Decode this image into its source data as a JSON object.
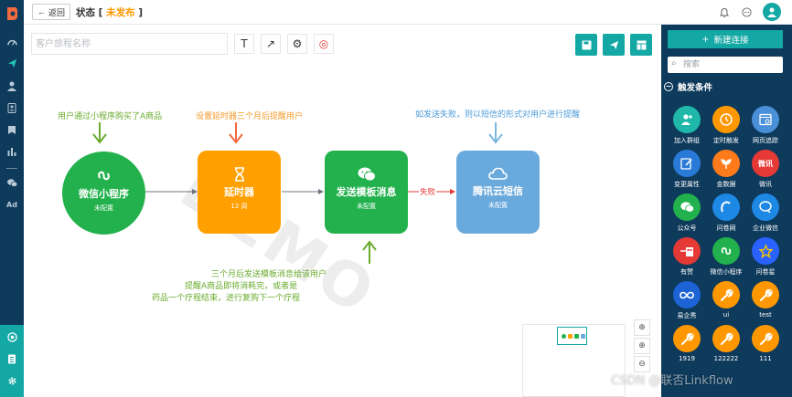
{
  "header": {
    "back_label": "返回",
    "status_prefix": "状态 [ ",
    "status_value": "未发布",
    "status_suffix": " ]"
  },
  "canvas": {
    "name_placeholder": "客户旅程名称",
    "tools": [
      "T",
      "↗",
      "⚙",
      "◎"
    ],
    "watermark": "DEMO",
    "edge_label": "失败",
    "nodes": [
      {
        "title": "微信小程序",
        "sub": "未配置",
        "color": "#22b14c"
      },
      {
        "title": "延时器",
        "sub": "12 周",
        "color": "#ffa000"
      },
      {
        "title": "发送模板消息",
        "sub": "未配置",
        "color": "#22b14c"
      },
      {
        "title": "腾讯云短信",
        "sub": "未配置",
        "color": "#6aa9dc"
      }
    ],
    "annotations": {
      "buy": "用户通过小程序购买了A商品",
      "delay": "设置延时器三个月后提醒用户",
      "fail": "如发送失败，则以短信的形式对用户进行提醒",
      "bottom_lines": [
        "三个月后发送模板消息给该用户",
        "提醒A商品即将消耗完，或者是",
        "药品一个疗程结束，进行复购下一个疗程"
      ]
    },
    "zoom_controls": [
      "⊕",
      "⊕",
      "⊖"
    ]
  },
  "right_panel": {
    "new_connection": "新建连接",
    "search_placeholder": "搜索",
    "section_title": "触发条件",
    "items": [
      {
        "label": "加入群组",
        "color": "#1fb8a8",
        "icon": "person-plus-icon"
      },
      {
        "label": "定时触发",
        "color": "#ff9800",
        "icon": "clock-icon"
      },
      {
        "label": "网页追踪",
        "color": "#4a90d9",
        "icon": "webpage-icon"
      },
      {
        "label": "变更属性",
        "color": "#2979d6",
        "icon": "edit-icon"
      },
      {
        "label": "金数据",
        "color": "#ff7a1a",
        "icon": "leaf-icon"
      },
      {
        "label": "微讯",
        "color": "#e53935",
        "icon": "weibo-icon"
      },
      {
        "label": "公众号",
        "color": "#22b14c",
        "icon": "wechat-icon"
      },
      {
        "label": "问卷网",
        "color": "#1e88e5",
        "icon": "survey-icon"
      },
      {
        "label": "企业微信",
        "color": "#1e88e5",
        "icon": "chat-bubble-icon"
      },
      {
        "label": "有赞",
        "color": "#e53935",
        "icon": "youzan-icon"
      },
      {
        "label": "微信小程序",
        "color": "#22b14c",
        "icon": "mini-program-icon"
      },
      {
        "label": "问卷星",
        "color": "#2962ff",
        "icon": "star-icon"
      },
      {
        "label": "易企秀",
        "color": "#1e63d6",
        "icon": "infinity-icon"
      },
      {
        "label": "ui",
        "color": "#ff9800",
        "icon": "wrench-icon"
      },
      {
        "label": "test",
        "color": "#ff9800",
        "icon": "wrench-icon"
      },
      {
        "label": "1919",
        "color": "#ff9800",
        "icon": "wrench-icon"
      },
      {
        "label": "122222",
        "color": "#ff9800",
        "icon": "wrench-icon"
      },
      {
        "label": "111",
        "color": "#ff9800",
        "icon": "wrench-icon"
      }
    ]
  },
  "watermark_text": "CSDN @联否Linkflow"
}
